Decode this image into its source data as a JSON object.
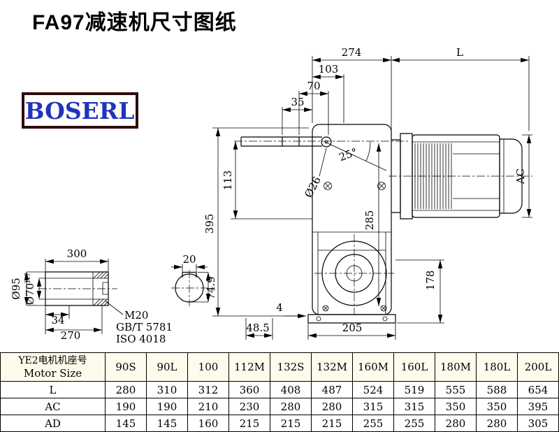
{
  "title": "FA97减速机尺寸图纸",
  "logo_text": "BOSERL",
  "colors": {
    "logo_text": "#2233bb",
    "logo_border": "#2d0d0d",
    "drawing_line": "#000000",
    "table_header_bg": "#fefbec"
  },
  "drawing": {
    "dims": {
      "top_274": "274",
      "top_L": "L",
      "top_103": "103",
      "top_70": "70",
      "top_35": "35",
      "angle_25": "25°",
      "dia_26": "Ø26",
      "left_395": "395",
      "left_113": "113",
      "mid_285": "285",
      "right_AC": "AC",
      "right_178": "178",
      "bottom_4": "4",
      "bottom_48_5": "48.5",
      "bottom_205": "205",
      "shaft_300": "300",
      "shaft_34": "34",
      "shaft_270": "270",
      "shaft_dia95": "Ø95",
      "shaft_dia70": "Ø70",
      "shaft_dia70_tol": "H7",
      "thread_m20": "M20",
      "thread_gbt": "GB/T 5781",
      "thread_iso": "ISO 4018",
      "key_20": "20",
      "key_74_9": "74.9"
    }
  },
  "table": {
    "header_col1_line1": "YE2电机机座号",
    "header_col1_line2": "Motor Size",
    "columns": [
      "90S",
      "90L",
      "100",
      "112M",
      "132S",
      "132M",
      "160M",
      "160L",
      "180M",
      "180L",
      "200L"
    ],
    "rows": [
      {
        "label": "L",
        "values": [
          "280",
          "310",
          "312",
          "360",
          "408",
          "487",
          "524",
          "519",
          "555",
          "588",
          "654"
        ]
      },
      {
        "label": "AC",
        "values": [
          "190",
          "190",
          "210",
          "230",
          "280",
          "280",
          "315",
          "315",
          "350",
          "350",
          "395"
        ]
      },
      {
        "label": "AD",
        "values": [
          "145",
          "145",
          "160",
          "215",
          "215",
          "215",
          "255",
          "255",
          "280",
          "280",
          "305"
        ]
      }
    ]
  }
}
